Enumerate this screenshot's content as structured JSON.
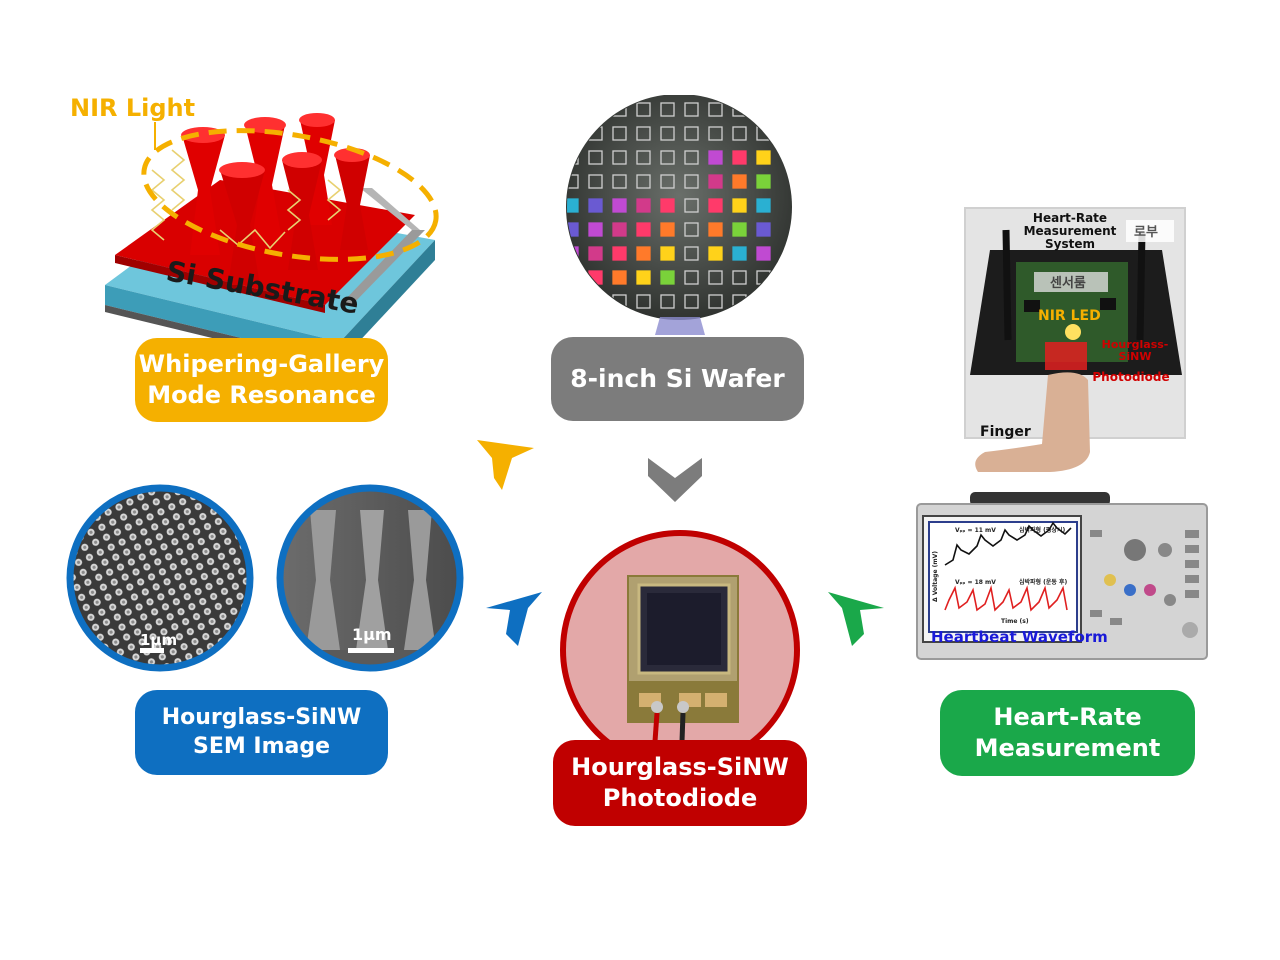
{
  "labels": {
    "nir_light": "NIR Light",
    "si_substrate": "Si Substrate",
    "um1": "1µm",
    "um2": "1µm",
    "hr_system_1": "Heart-Rate",
    "hr_system_2": "Measurement",
    "hr_system_3": "System",
    "nir_led": "NIR LED",
    "hg_pd_1": "Hourglass-",
    "hg_pd_2": "SiNW",
    "hg_pd_3": "Photodiode",
    "finger": "Finger",
    "heartbeat": "Heartbeat Waveform",
    "korean_sign": "센서룸",
    "korean_tag": "로부",
    "scope_v1": "Vₚₚ = 11 mV",
    "scope_v2": "Vₚₚ = 18 mV",
    "scope_t1": "심박파형 (평상시)",
    "scope_t2": "심박파형 (운동 후)",
    "scope_x": "Time (s)",
    "scope_y": "Δ Voltage (mV)"
  },
  "boxes": {
    "wgm": {
      "line1": "Whipering-Gallery",
      "line2": "Mode Resonance",
      "color": "#f5b000"
    },
    "wafer": {
      "line1": "8-inch Si Wafer",
      "color": "#7c7c7c"
    },
    "sem": {
      "line1": "Hourglass-SiNW",
      "line2": "SEM Image",
      "color": "#0e6fc1"
    },
    "photodiode": {
      "line1": "Hourglass-SiNW",
      "line2": "Photodiode",
      "color": "#c00000"
    },
    "heartrate": {
      "line1": "Heart-Rate",
      "line2": "Measurement",
      "color": "#1aa84a"
    }
  },
  "arrows": {
    "yellow": "#f5b000",
    "gray": "#7c7c7c",
    "blue": "#0e6fc1",
    "green": "#1aa84a"
  }
}
